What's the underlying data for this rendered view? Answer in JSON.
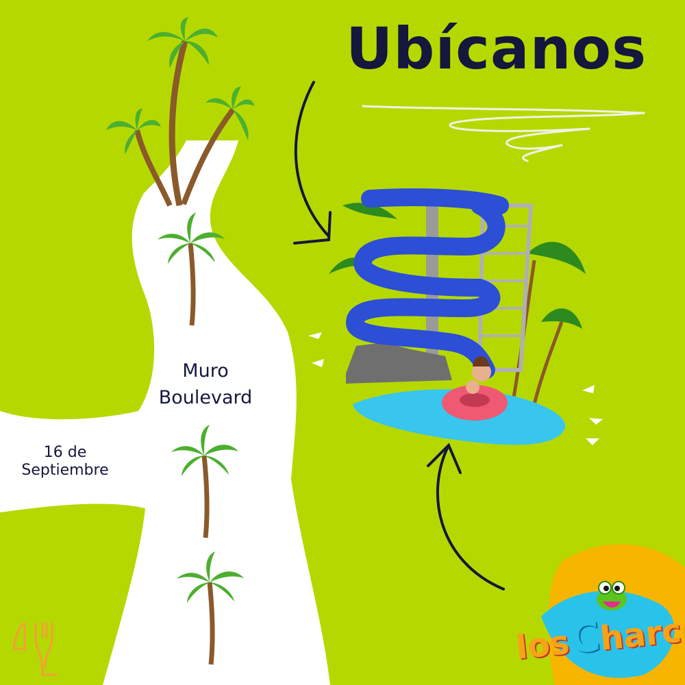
{
  "header": {
    "title": "Ubícanos"
  },
  "map": {
    "streets": [
      {
        "lines": [
          "Muro",
          "Boulevard"
        ]
      },
      {
        "lines": [
          "16 de",
          "Septiembre"
        ]
      }
    ]
  },
  "brand": {
    "logo_text": "losCharcos",
    "logo_part1": "los",
    "logo_part2": "C",
    "logo_part3": "harcos"
  },
  "colors": {
    "background": "#b5d900",
    "road": "#ffffff",
    "text": "#15173d",
    "accent": "#f7a318",
    "water": "#29c3ea"
  },
  "icons": [
    "restaurant-icon",
    "palm-tree-icon",
    "arrow-icon",
    "waterslide-illustration",
    "frog-mascot-icon"
  ]
}
